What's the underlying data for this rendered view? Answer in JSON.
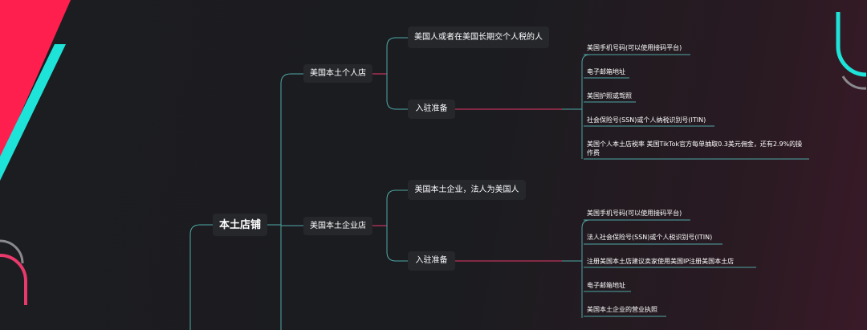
{
  "colors": {
    "background": "#1c1d21",
    "line_personal": "#19c6c2",
    "line_prep": "#e8396a",
    "accent_red": "#ff1f4e",
    "accent_cyan": "#1ee3d8"
  },
  "root": {
    "label": "本土店铺"
  },
  "branches": [
    {
      "label": "美国本土个人店",
      "children": [
        {
          "label": "美国人或者在美国长期交个人税的人"
        },
        {
          "label": "入驻准备",
          "items": [
            "美国手机号码(可以使用接码平台)",
            "电子邮箱地址",
            "美国护照或驾照",
            "社会保险号(SSN)或个人纳税识别号(ITIN)",
            "美国个人本土店税率 美国TikTok官方每单抽取0.3美元佣金，还有2.9%的操作费"
          ]
        }
      ]
    },
    {
      "label": "美国本土企业店",
      "children": [
        {
          "label": "美国本土企业，法人为美国人"
        },
        {
          "label": "入驻准备",
          "items": [
            "美国手机号码(可以使用接码平台)",
            "法人社会保险号(SSN)或个人税识别号(ITIN)",
            "注册美国本土店建议卖家使用美国IP注册美国本土店",
            "电子邮箱地址",
            "美国本土企业的营业执照"
          ]
        }
      ]
    }
  ]
}
